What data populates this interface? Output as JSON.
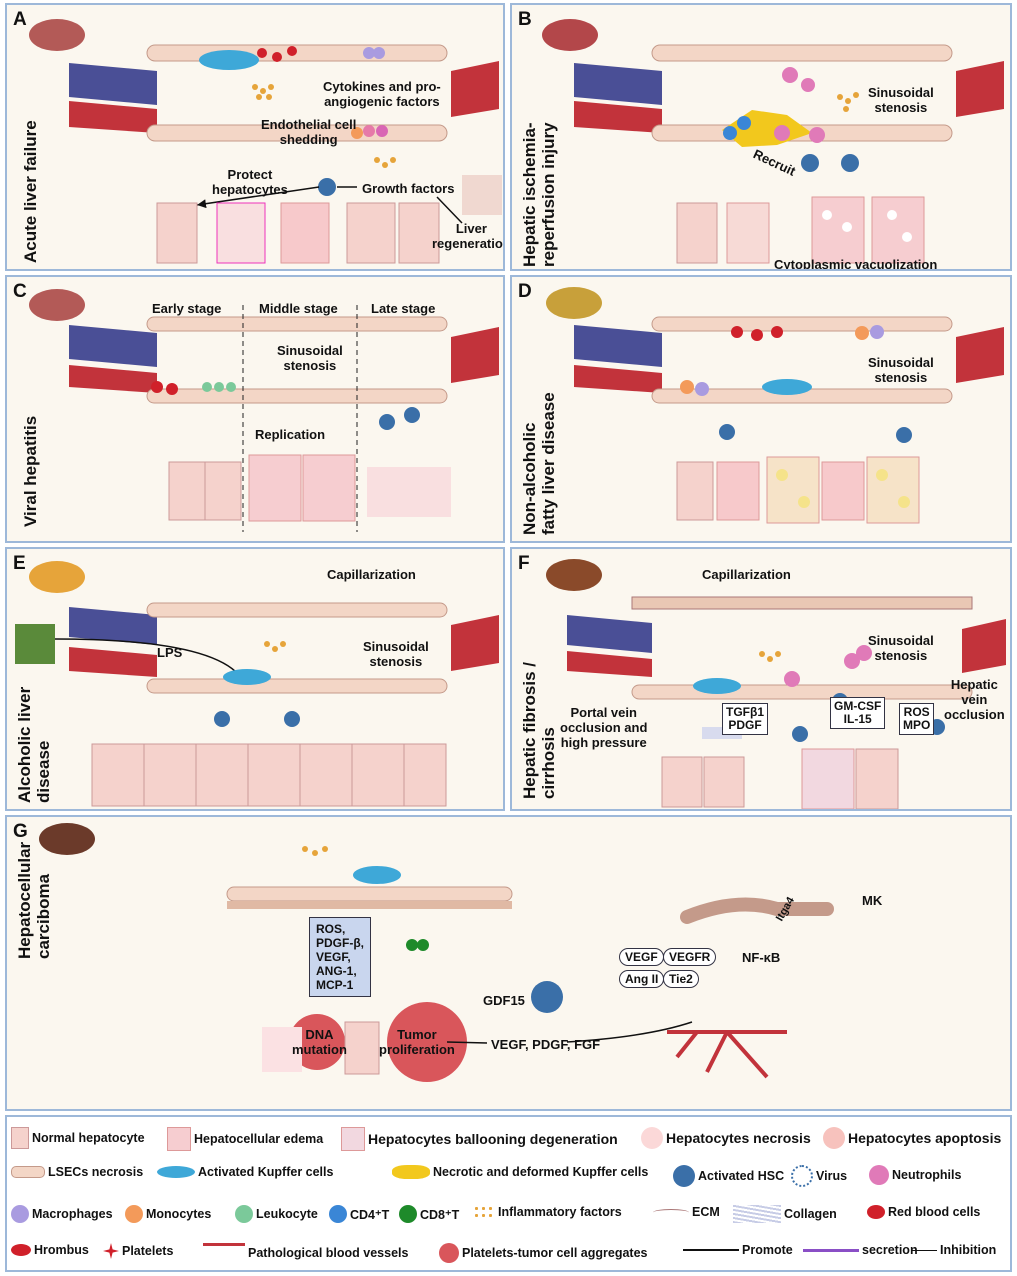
{
  "panels": {
    "A": {
      "letter": "A",
      "title": "Acute liver failure",
      "labels": {
        "cytokines": "Cytokines and pro-\nangiogenic factors",
        "shedding": "Endothelial cell\nshedding",
        "protect": "Protect\nhepatocytes",
        "growth": "Growth factors",
        "regen": "Liver\nregeneration"
      }
    },
    "B": {
      "letter": "B",
      "title": "Hepatic ischemia-\nreperfusion injury",
      "labels": {
        "stenosis": "Sinusoidal\nstenosis",
        "recruit": "Recruit",
        "vacuol": "Cytoplasmic vacuolization"
      }
    },
    "C": {
      "letter": "C",
      "title": "Viral hepatitis",
      "labels": {
        "early": "Early stage",
        "middle": "Middle stage",
        "late": "Late stage",
        "stenosis": "Sinusoidal\nstenosis",
        "replication": "Replication"
      }
    },
    "D": {
      "letter": "D",
      "title": "Non-alcoholic\nfatty liver disease",
      "labels": {
        "stenosis": "Sinusoidal\nstenosis"
      }
    },
    "E": {
      "letter": "E",
      "title": "Alcoholic liver\ndisease",
      "labels": {
        "capillarization": "Capillarization",
        "lps": "LPS",
        "stenosis": "Sinusoidal\nstenosis"
      }
    },
    "F": {
      "letter": "F",
      "title": "Hepatic fibrosis /\ncirrhosis",
      "labels": {
        "capillarization": "Capillarization",
        "stenosis": "Sinusoidal\nstenosis",
        "hepatic_vein": "Hepatic\nvein\nocclusion",
        "portal": "Portal vein\nocclusion and\nhigh pressure",
        "tgf": "TGFβ1\nPDGF",
        "gmcsf": "GM-CSF\nIL-15",
        "ros": "ROS\nMPO"
      }
    },
    "G": {
      "letter": "G",
      "title": "Hepatocellular\ncarciboma",
      "labels": {
        "factors": "ROS,\nPDGF-β,\nVEGF,\nANG-1,\nMCP-1",
        "gdf15": "GDF15",
        "dna": "DNA\nmutation",
        "tumor": "Tumor\nproliferation",
        "vegf_pdgf": "VEGF, PDGF, FGF",
        "itga4": "Itga4",
        "mk": "MK",
        "nfkb": "NF-κB",
        "vegf": "VEGF",
        "vegfr": "VEGFR",
        "ang2": "Ang II",
        "tie2": "Tie2"
      }
    }
  },
  "legend": [
    {
      "icon": "normal-hepatocyte",
      "label": "Normal hepatocyte"
    },
    {
      "icon": "hepatocellular-edema",
      "label": "Hepatocellular edema"
    },
    {
      "icon": "ballooning",
      "label": "Hepatocytes ballooning degeneration"
    },
    {
      "icon": "necrosis",
      "label": "Hepatocytes necrosis"
    },
    {
      "icon": "apoptosis",
      "label": "Hepatocytes apoptosis"
    },
    {
      "icon": "lsec-necrosis",
      "label": "LSECs necrosis"
    },
    {
      "icon": "kupffer",
      "label": "Activated Kupffer cells"
    },
    {
      "icon": "necrotic-kupffer",
      "label": "Necrotic and deformed Kupffer cells"
    },
    {
      "icon": "hsc",
      "label": "Activated HSC"
    },
    {
      "icon": "virus",
      "label": "Virus"
    },
    {
      "icon": "neutrophil",
      "label": "Neutrophils"
    },
    {
      "icon": "macrophage",
      "label": "Macrophages"
    },
    {
      "icon": "monocyte",
      "label": "Monocytes"
    },
    {
      "icon": "leukocyte",
      "label": "Leukocyte"
    },
    {
      "icon": "cd4",
      "label": "CD4⁺T"
    },
    {
      "icon": "cd8",
      "label": "CD8⁺T"
    },
    {
      "icon": "inflammatory",
      "label": "Inflammatory factors"
    },
    {
      "icon": "ecm",
      "label": "ECM"
    },
    {
      "icon": "collagen",
      "label": "Collagen"
    },
    {
      "icon": "rbc",
      "label": "Red blood cells"
    },
    {
      "icon": "thrombus",
      "label": "Hrombus"
    },
    {
      "icon": "platelet",
      "label": "Platelets"
    },
    {
      "icon": "vessels",
      "label": "Pathological blood vessels"
    },
    {
      "icon": "aggregate",
      "label": "Platelets-tumor cell aggregates"
    },
    {
      "icon": "promote-arrow",
      "label": "Promote"
    },
    {
      "icon": "secretion-arrow",
      "label": "secretion"
    },
    {
      "icon": "inhibition",
      "label": "Inhibition"
    }
  ],
  "colors": {
    "panel_border": "#9db8d9",
    "background": "#fbf7ef",
    "lsec": "#f3d6c6",
    "rbc": "#d0202a",
    "hsc": "#3a6fa8",
    "kupffer": "#3ea8d8",
    "secretion": "#8a4fc6",
    "vein_blue": "#4a4f96",
    "vein_red": "#c2333b"
  }
}
